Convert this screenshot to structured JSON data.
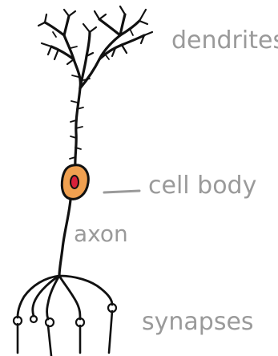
{
  "labels": {
    "dendrites": "dendrites",
    "cell_body": "cell body",
    "axon": "axon",
    "synapses": "synapses"
  },
  "colors": {
    "line": "#111111",
    "label": "#9a9a9a",
    "cell_body_fill": "#f0a050",
    "nucleus_fill": "#d8203a"
  }
}
